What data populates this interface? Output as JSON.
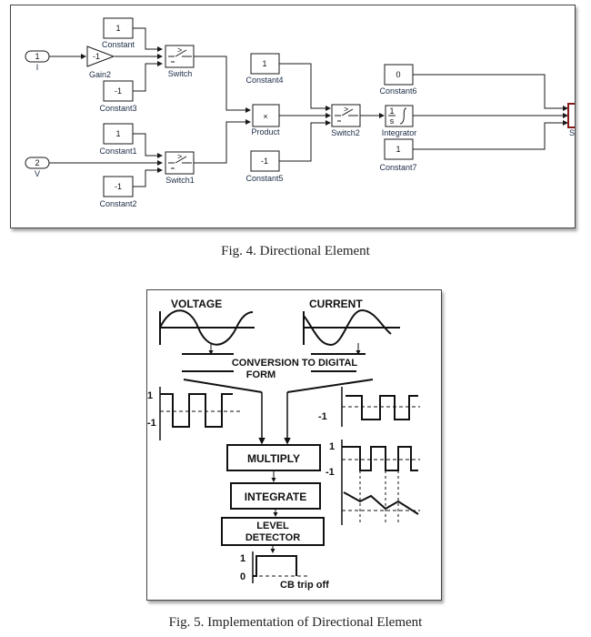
{
  "figure4": {
    "caption": "Fig. 4. Directional Element",
    "inports": [
      {
        "number": "1",
        "label": "I"
      },
      {
        "number": "2",
        "label": "V"
      }
    ],
    "blocks": {
      "gain2": {
        "value": "-1",
        "label": "Gain2"
      },
      "constant": {
        "value": "1",
        "label": "Constant"
      },
      "constant3": {
        "value": "-1",
        "label": "Constant3"
      },
      "switch": {
        "label": "Switch"
      },
      "constant1": {
        "value": "1",
        "label": "Constant1"
      },
      "constant2": {
        "value": "-1",
        "label": "Constant2"
      },
      "switch1": {
        "label": "Switch1"
      },
      "constant4": {
        "value": "1",
        "label": "Constant4"
      },
      "product": {
        "value": "×",
        "label": "Product"
      },
      "constant5": {
        "value": "-1",
        "label": "Constant5"
      },
      "switch2": {
        "label": "Switch2"
      },
      "constant6": {
        "value": "0",
        "label": "Constant6"
      },
      "integrator": {
        "num": "1",
        "den": "s",
        "label": "Integrator"
      },
      "constant7": {
        "value": "1",
        "label": "Constant7"
      },
      "switch3": {
        "label": "S"
      }
    }
  },
  "figure5": {
    "caption": "Fig. 5. Implementation of Directional Element",
    "voltage_label": "VOLTAGE",
    "current_label": "CURRENT",
    "conversion_line1": "CONVERSION TO DIGITAL",
    "conversion_line2": "FORM",
    "multiply_label": "MULTIPLY",
    "integrate_label": "INTEGRATE",
    "level_line1": "LEVEL",
    "level_line2": "DETECTOR",
    "trip_label": "CB trip off",
    "axis": {
      "one": "1",
      "minus_one": "-1",
      "zero": "0"
    }
  }
}
